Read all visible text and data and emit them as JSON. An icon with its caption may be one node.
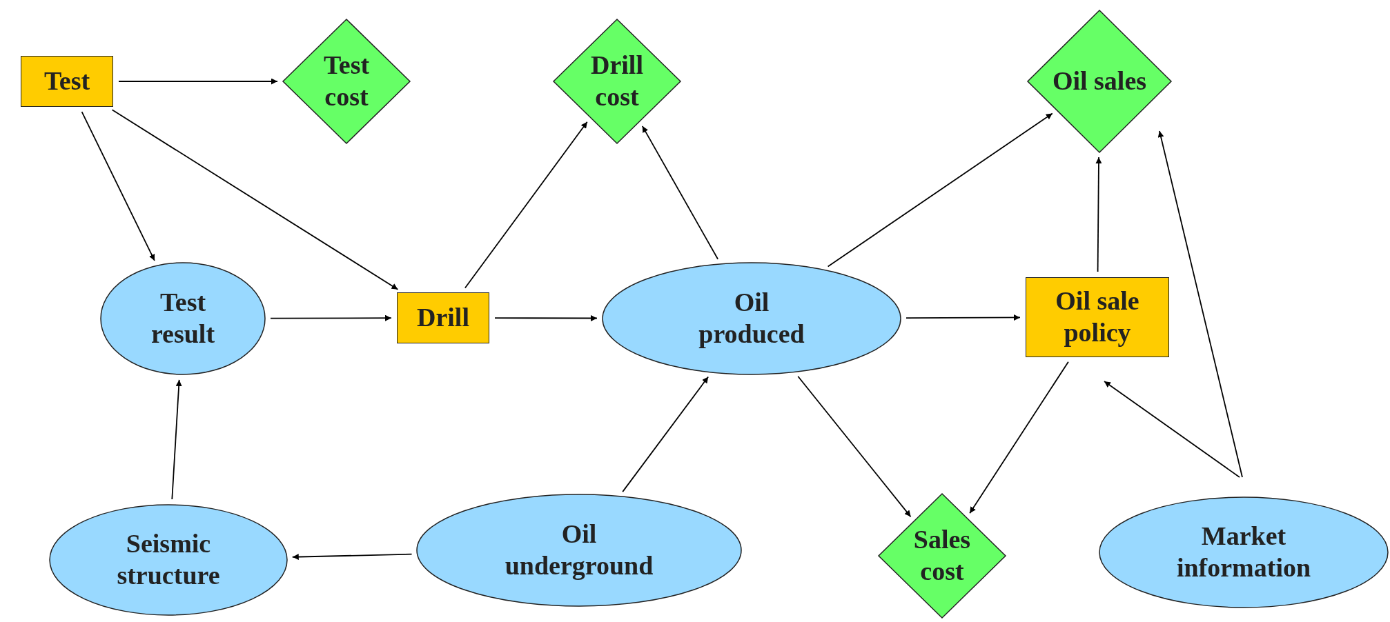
{
  "diagram": {
    "nodes": [
      {
        "text": [
          "Test"
        ]
      },
      {
        "text": [
          "Test cost"
        ]
      },
      {
        "text": [
          "Drill cost"
        ]
      },
      {
        "text": [
          "Oil sales"
        ]
      },
      {
        "text": [
          "Test result"
        ]
      },
      {
        "text": [
          "Drill"
        ]
      },
      {
        "text": [
          "Oil produced"
        ]
      },
      {
        "text": [
          "Oil sale policy"
        ]
      },
      {
        "text": [
          "Seismic structure"
        ]
      },
      {
        "text": [
          "Oil underground"
        ]
      },
      {
        "text": [
          "Sales cost"
        ]
      },
      {
        "text": [
          "Market information"
        ]
      }
    ],
    "edges": [
      {
        "from": 0,
        "to": 1,
        "arrow": "to"
      },
      {
        "from": 0,
        "to": 4,
        "arrow": "to"
      },
      {
        "from": 0,
        "to": 5,
        "arrow": "to"
      },
      {
        "from": 4,
        "to": 5,
        "arrow": "to"
      },
      {
        "from": 5,
        "to": 2,
        "arrow": "to"
      },
      {
        "from": 5,
        "to": 6,
        "arrow": "to"
      },
      {
        "from": 6,
        "to": 2,
        "arrow": "to"
      },
      {
        "from": 6,
        "to": 3,
        "arrow": "to"
      },
      {
        "from": 6,
        "to": 7,
        "arrow": "to"
      },
      {
        "from": 6,
        "to": 10,
        "arrow": "to"
      },
      {
        "from": 7,
        "to": 3,
        "arrow": "to"
      },
      {
        "from": 7,
        "to": 10,
        "arrow": "to"
      },
      {
        "from": 11,
        "to": 7,
        "arrow": "to"
      },
      {
        "from": 11,
        "to": 3,
        "arrow": "to"
      },
      {
        "from": 9,
        "to": 6,
        "arrow": "to"
      },
      {
        "from": 9,
        "to": 8,
        "arrow": "to"
      },
      {
        "from": 8,
        "to": 4,
        "arrow": "to"
      }
    ]
  }
}
